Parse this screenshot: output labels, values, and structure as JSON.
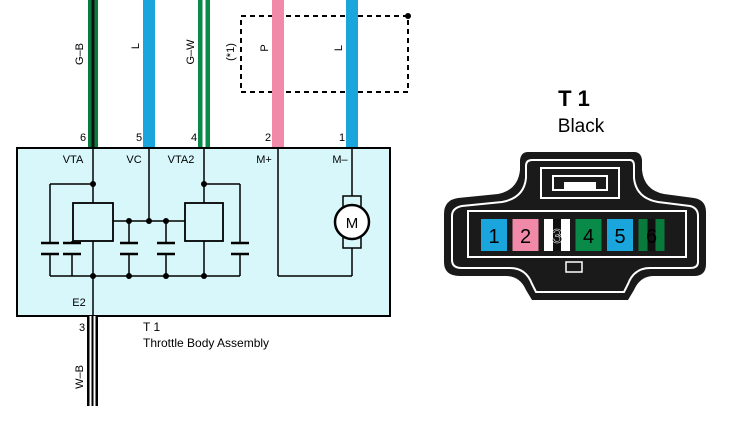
{
  "wires": [
    {
      "pin": "6",
      "color_code": "G–B",
      "color": "#0a7a3c",
      "stripe": "#111111"
    },
    {
      "pin": "5",
      "color_code": "L",
      "color": "#1aa6dc"
    },
    {
      "pin": "4",
      "color_code": "G–W",
      "color": "#0a8a48",
      "stripe": "#ffffff"
    },
    {
      "pin": "2",
      "color_code": "P",
      "color": "#f08aa8"
    },
    {
      "pin": "1",
      "color_code": "L",
      "color": "#1aa6dc"
    },
    {
      "pin": "3",
      "color_code": "W–B",
      "color": "#ffffff",
      "stripe": "#111111"
    }
  ],
  "note_ref": "(*1)",
  "terminals": {
    "vta": "VTA",
    "vc": "VC",
    "vta2": "VTA2",
    "m_plus": "M+",
    "m_minus": "M–",
    "e2": "E2"
  },
  "motor_label": "M",
  "component": {
    "code": "T 1",
    "name": "Throttle Body Assembly"
  },
  "connector": {
    "title": "T 1",
    "color_name": "Black",
    "housing_color": "#1a1a1a",
    "pins": [
      {
        "number": "1",
        "color": "#1aa6dc"
      },
      {
        "number": "2",
        "color": "#f08aa8"
      },
      {
        "number": "3",
        "color": "#ffffff",
        "stripe": "#111111"
      },
      {
        "number": "4",
        "color": "#0a8a48"
      },
      {
        "number": "5",
        "color": "#1aa6dc"
      },
      {
        "number": "6",
        "color": "#0a7a3c",
        "stripe": "#111111"
      }
    ]
  },
  "colors": {
    "box_fill": "#d8f7fb",
    "line": "#000000"
  }
}
